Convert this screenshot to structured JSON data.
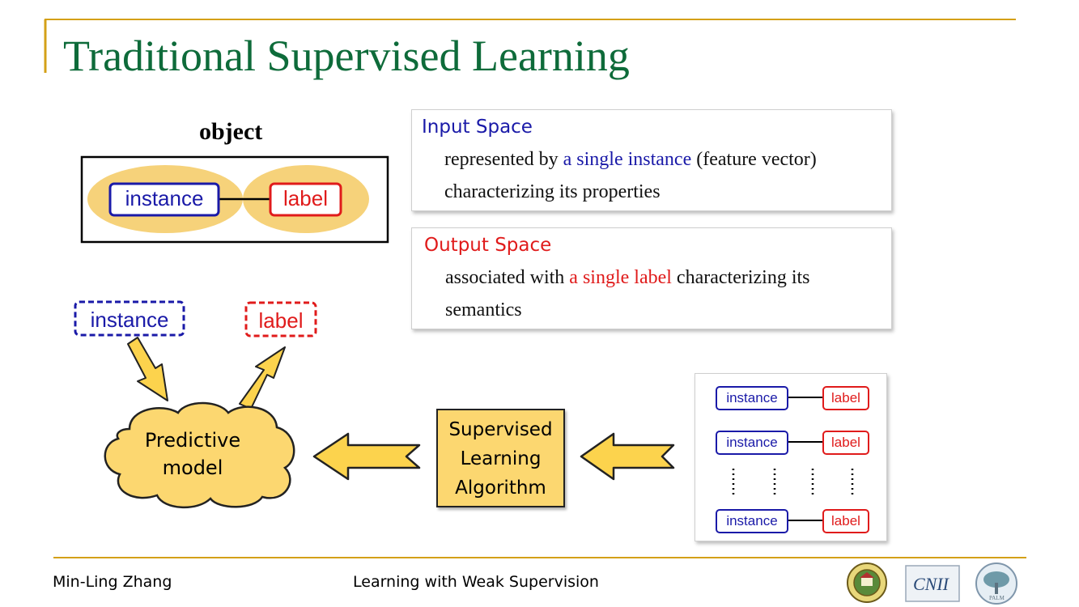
{
  "slide": {
    "title": "Traditional Supervised Learning"
  },
  "object_diagram": {
    "heading": "object",
    "instance": "instance",
    "label": "label"
  },
  "input_box": {
    "heading": "Input Space",
    "line1_pre": "represented by ",
    "line1_highlight": "a single instance",
    "line1_post": " (feature vector)",
    "line2": "characterizing its properties"
  },
  "output_box": {
    "heading": "Output Space",
    "line1_pre": "associated with ",
    "line1_highlight": "a single label",
    "line1_post": " characterizing its",
    "line2": "semantics"
  },
  "prediction": {
    "instance": "instance",
    "label": "label",
    "model_line1": "Predictive",
    "model_line2": "model"
  },
  "algorithm": {
    "line1": "Supervised",
    "line2": "Learning",
    "line3": "Algorithm"
  },
  "training_set": {
    "rows": [
      {
        "instance": "instance",
        "label": "label"
      },
      {
        "instance": "instance",
        "label": "label"
      },
      {
        "instance": "instance",
        "label": "label"
      }
    ]
  },
  "footer": {
    "author": "Min-Ling Zhang",
    "talk_title": "Learning with Weak Supervision",
    "logos": [
      "seu-seal-logo",
      "cnii-logo",
      "palm-logo"
    ]
  },
  "colors": {
    "title_green": "#0e6b3a",
    "accent_gold": "#d4a017",
    "blue": "#1a1aa8",
    "red": "#e01b1b",
    "yellow_fill": "#fcd770",
    "ellipse_fill": "#f6d27a"
  }
}
